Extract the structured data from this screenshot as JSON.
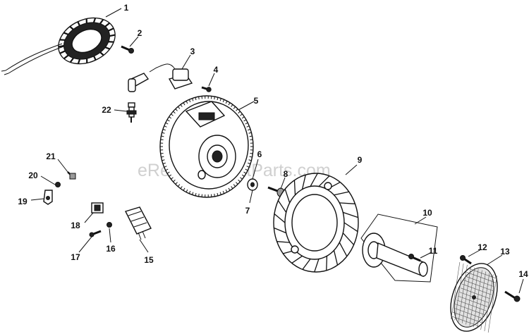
{
  "watermark": "eReplacementParts.com",
  "callouts": [
    {
      "id": "1",
      "part": "stator"
    },
    {
      "id": "2",
      "part": "stator-screw"
    },
    {
      "id": "3",
      "part": "ignition-module"
    },
    {
      "id": "4",
      "part": "module-screw"
    },
    {
      "id": "5",
      "part": "flywheel"
    },
    {
      "id": "6",
      "part": "washer"
    },
    {
      "id": "7",
      "part": "washer-arrow"
    },
    {
      "id": "8",
      "part": "flywheel-screw"
    },
    {
      "id": "9",
      "part": "cooling-fan"
    },
    {
      "id": "10",
      "part": "drive-shaft-adapter"
    },
    {
      "id": "11",
      "part": "adapter-screw"
    },
    {
      "id": "12",
      "part": "grass-screen-screw"
    },
    {
      "id": "13",
      "part": "grass-screen"
    },
    {
      "id": "14",
      "part": "screen-bolt"
    },
    {
      "id": "15",
      "part": "rectifier-regulator"
    },
    {
      "id": "16",
      "part": "regulator-nut"
    },
    {
      "id": "17",
      "part": "regulator-screw"
    },
    {
      "id": "18",
      "part": "terminal-block"
    },
    {
      "id": "19",
      "part": "bracket"
    },
    {
      "id": "20",
      "part": "bracket-nut"
    },
    {
      "id": "21",
      "part": "bracket-screw"
    },
    {
      "id": "22",
      "part": "spark-plug"
    }
  ]
}
